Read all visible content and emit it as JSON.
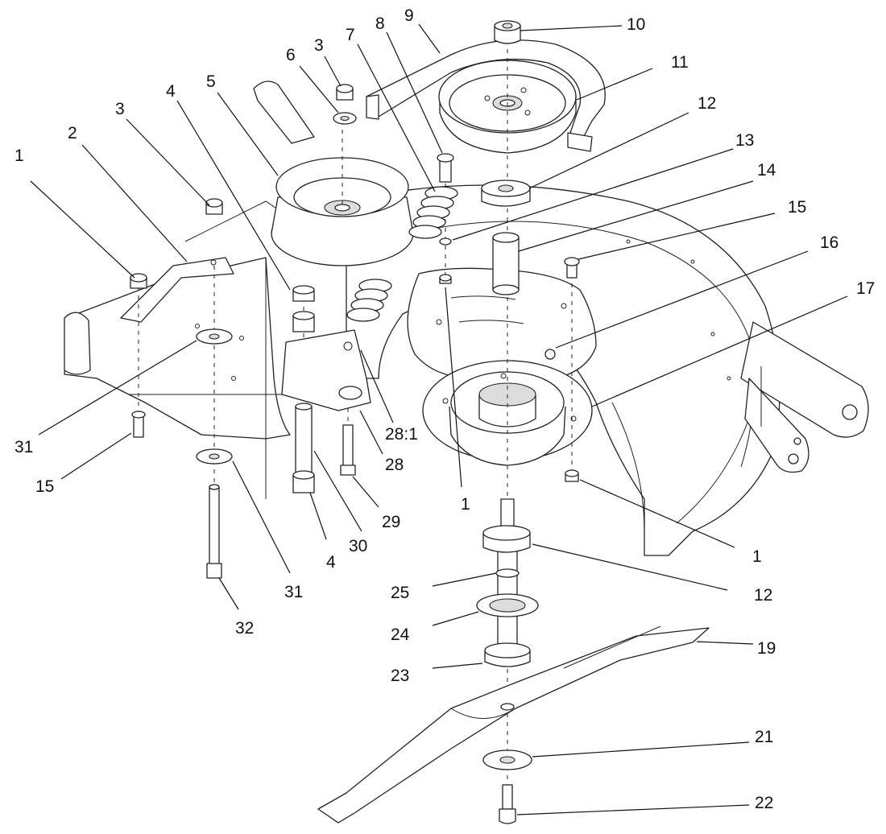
{
  "callouts": [
    {
      "id": "c1a",
      "label": "1"
    },
    {
      "id": "c2",
      "label": "2"
    },
    {
      "id": "c3a",
      "label": "3"
    },
    {
      "id": "c4a",
      "label": "4"
    },
    {
      "id": "c5",
      "label": "5"
    },
    {
      "id": "c6",
      "label": "6"
    },
    {
      "id": "c3b",
      "label": "3"
    },
    {
      "id": "c7",
      "label": "7"
    },
    {
      "id": "c8",
      "label": "8"
    },
    {
      "id": "c9",
      "label": "9"
    },
    {
      "id": "c10",
      "label": "10"
    },
    {
      "id": "c11",
      "label": "11"
    },
    {
      "id": "c12a",
      "label": "12"
    },
    {
      "id": "c13",
      "label": "13"
    },
    {
      "id": "c14",
      "label": "14"
    },
    {
      "id": "c15a",
      "label": "15"
    },
    {
      "id": "c16",
      "label": "16"
    },
    {
      "id": "c17",
      "label": "17"
    },
    {
      "id": "c31a",
      "label": "31"
    },
    {
      "id": "c15b",
      "label": "15"
    },
    {
      "id": "c28_1",
      "label": "28:1"
    },
    {
      "id": "c28",
      "label": "28"
    },
    {
      "id": "c29",
      "label": "29"
    },
    {
      "id": "c1b",
      "label": "1"
    },
    {
      "id": "c30",
      "label": "30"
    },
    {
      "id": "c4b",
      "label": "4"
    },
    {
      "id": "c31b",
      "label": "31"
    },
    {
      "id": "c32",
      "label": "32"
    },
    {
      "id": "c1c",
      "label": "1"
    },
    {
      "id": "c12b",
      "label": "12"
    },
    {
      "id": "c25",
      "label": "25"
    },
    {
      "id": "c24",
      "label": "24"
    },
    {
      "id": "c19",
      "label": "19"
    },
    {
      "id": "c23",
      "label": "23"
    },
    {
      "id": "c21",
      "label": "21"
    },
    {
      "id": "c22",
      "label": "22"
    }
  ]
}
